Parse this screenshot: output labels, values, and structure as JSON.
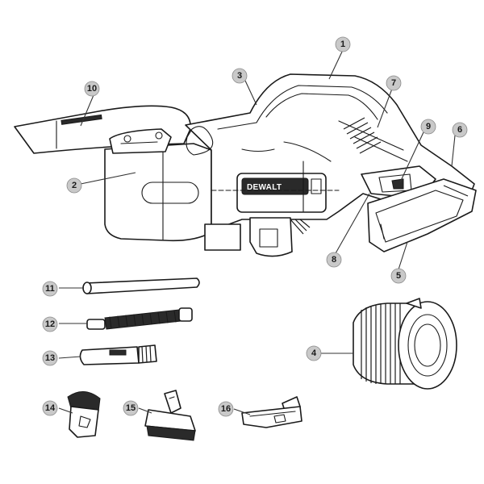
{
  "diagram": {
    "brand_label": "DEWALT",
    "callouts": [
      {
        "id": "c1",
        "label": "1"
      },
      {
        "id": "c2",
        "label": "2"
      },
      {
        "id": "c3",
        "label": "3"
      },
      {
        "id": "c4",
        "label": "4"
      },
      {
        "id": "c5",
        "label": "5"
      },
      {
        "id": "c6",
        "label": "6"
      },
      {
        "id": "c7",
        "label": "7"
      },
      {
        "id": "c8",
        "label": "8"
      },
      {
        "id": "c9",
        "label": "9"
      },
      {
        "id": "c10",
        "label": "10"
      },
      {
        "id": "c11",
        "label": "11"
      },
      {
        "id": "c12",
        "label": "12"
      },
      {
        "id": "c13",
        "label": "13"
      },
      {
        "id": "c14",
        "label": "14"
      },
      {
        "id": "c15",
        "label": "15"
      },
      {
        "id": "c16",
        "label": "16"
      }
    ]
  }
}
